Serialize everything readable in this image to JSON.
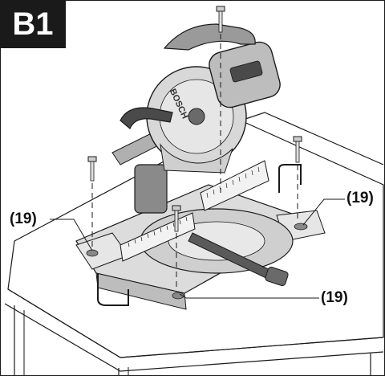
{
  "figure": {
    "label": "B1"
  },
  "callouts": {
    "left": "(19)",
    "right": "(19)",
    "bottom": "(19)"
  },
  "drawing": {
    "brand_text": "BOSCH",
    "colors": {
      "line": "#1a1a1a",
      "body": "#d9d9d9",
      "dark": "#4a4a4a",
      "mid": "#9a9a9a",
      "light": "#eeeeee"
    }
  }
}
